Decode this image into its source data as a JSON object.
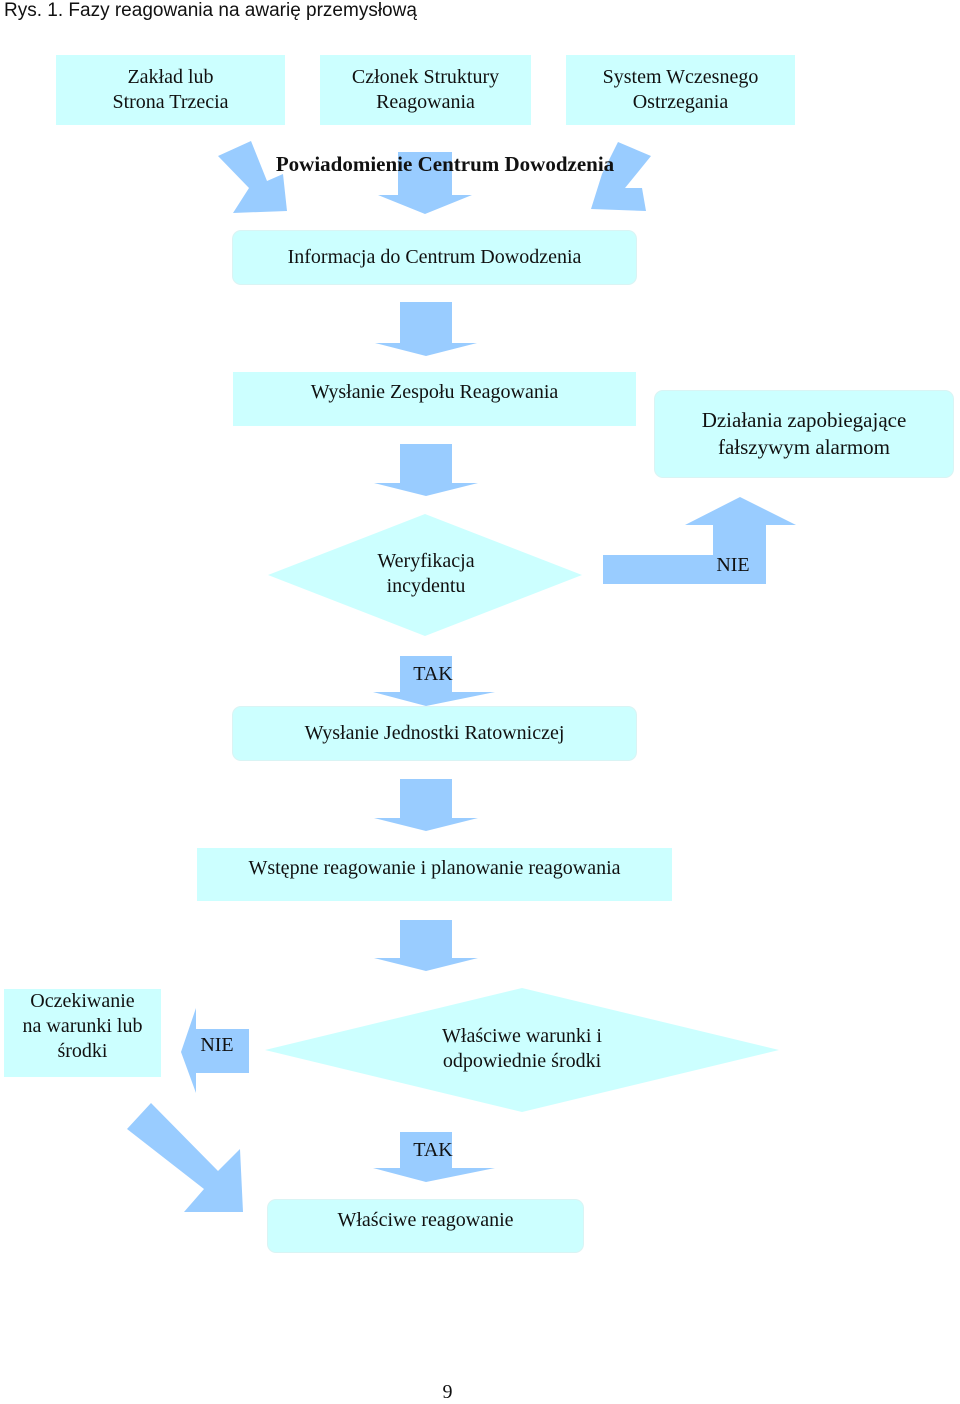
{
  "caption": "Rys. 1. Fazy reagowania na awarię przemysłową",
  "sources": [
    {
      "line1": "Zakład lub",
      "line2": "Strona Trzecia"
    },
    {
      "line1": "Członek Struktury",
      "line2": "Reagowania"
    },
    {
      "line1": "System Wczesnego",
      "line2": "Ostrzegania"
    }
  ],
  "notification": "Powiadomienie Centrum Dowodzenia",
  "steps": {
    "info": "Informacja do Centrum Dowodzenia",
    "team": "Wysłanie Zespołu Reagowania",
    "false_alarm": {
      "line1": "Działania zapobiegające",
      "line2": "fałszywym alarmom"
    },
    "verify": {
      "line1": "Weryfikacja",
      "line2": "incydentu"
    },
    "unit": "Wysłanie Jednostki Ratowniczej",
    "initial": "Wstępne reagowanie i planowanie reagowania",
    "waiting": {
      "line1": "Oczekiwanie",
      "line2": "na warunki lub",
      "line3": "środki"
    },
    "conditions": {
      "line1": "Właściwe warunki i",
      "line2": "odpowiednie środki"
    },
    "final": "Właściwe reagowanie"
  },
  "labels": {
    "no_1": "NIE",
    "yes_1": "TAK",
    "no_2": "NIE",
    "yes_2": "TAK"
  },
  "page_number": "9",
  "colors": {
    "box_fill": "#ccffff",
    "arrow_fill": "#99ccff"
  }
}
